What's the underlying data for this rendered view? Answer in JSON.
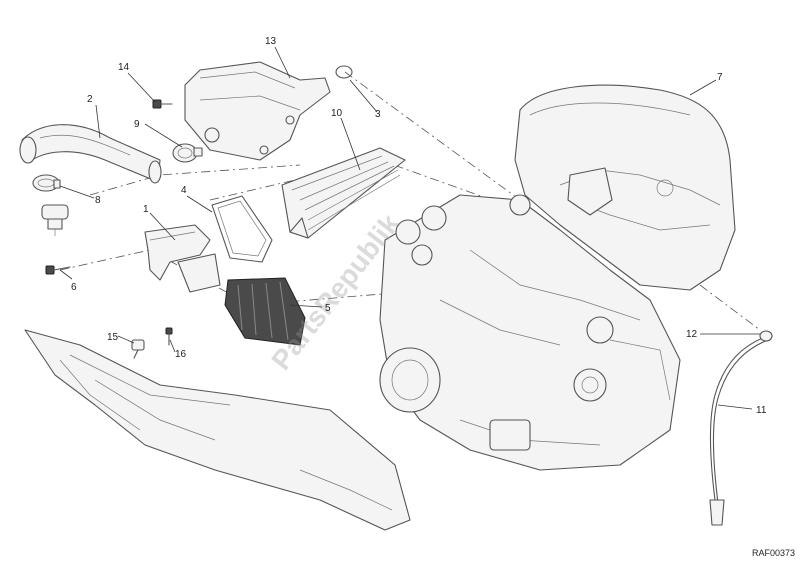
{
  "callouts": {
    "c1": "1",
    "c2": "2",
    "c3": "3",
    "c4": "4",
    "c5": "5",
    "c6": "6",
    "c7": "7",
    "c8": "8",
    "c9": "9",
    "c10": "10",
    "c11": "11",
    "c12": "12",
    "c13": "13",
    "c14": "14",
    "c15": "15",
    "c16": "16"
  },
  "watermark": "PartsRepublik",
  "drawing_code": "RAF00373"
}
